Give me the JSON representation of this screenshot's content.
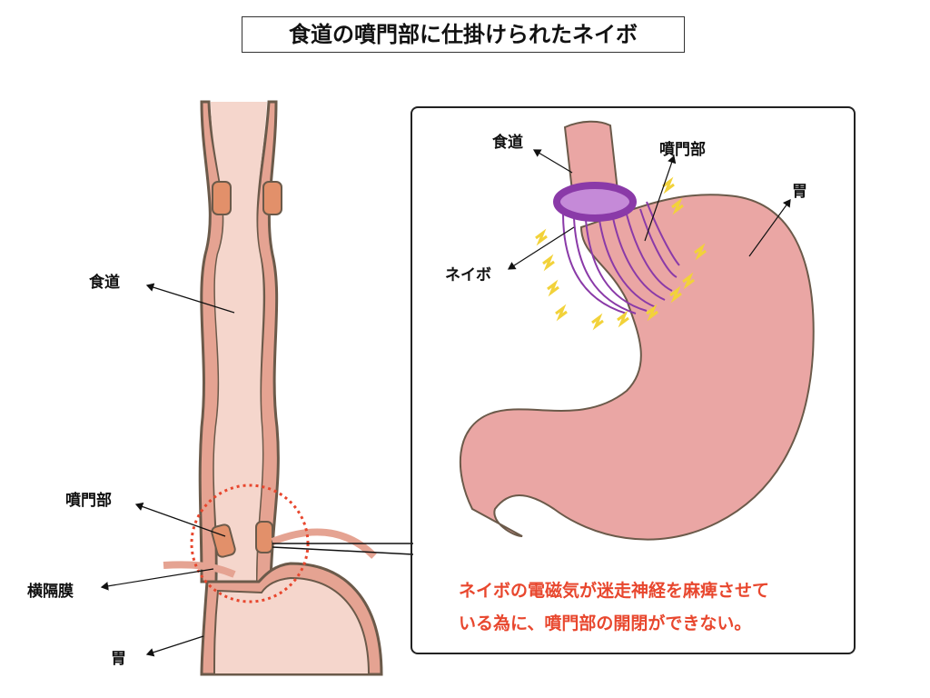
{
  "title": "食道の噴門部に仕掛けられたネイボ",
  "left_labels": {
    "esophagus": "食道",
    "cardia": "噴門部",
    "diaphragm": "横隔膜",
    "stomach": "胃"
  },
  "right_labels": {
    "esophagus": "食道",
    "cardia": "噴門部",
    "stomach": "胃",
    "neibo": "ネイボ"
  },
  "note": {
    "line1": "ネイボの電磁気が迷走神経を麻痺させて",
    "line2": "いる為に、噴門部の開閉ができない。"
  },
  "colors": {
    "tissue": "#f3c9bd",
    "wall": "#e5a392",
    "outline": "#6b5a4a",
    "sphincter": "#e2906a",
    "device": "#8a3aa8",
    "spark": "#f2d23a",
    "accent": "#e8472e"
  }
}
